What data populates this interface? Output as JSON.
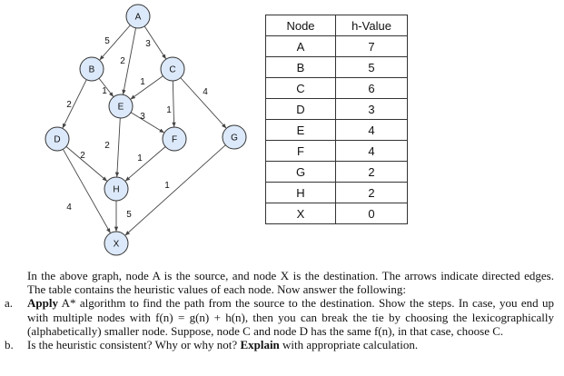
{
  "graph": {
    "nodes": [
      "A",
      "B",
      "C",
      "D",
      "E",
      "F",
      "G",
      "H",
      "X"
    ],
    "edges": [
      {
        "from": "A",
        "to": "B",
        "weight": "5"
      },
      {
        "from": "A",
        "to": "C",
        "weight": "3"
      },
      {
        "from": "A",
        "to": "E",
        "weight": "2"
      },
      {
        "from": "B",
        "to": "D",
        "weight": "2"
      },
      {
        "from": "B",
        "to": "E",
        "weight": "1"
      },
      {
        "from": "C",
        "to": "E",
        "weight": "1"
      },
      {
        "from": "C",
        "to": "F",
        "weight": "1"
      },
      {
        "from": "C",
        "to": "G",
        "weight": "4"
      },
      {
        "from": "E",
        "to": "F",
        "weight": "3"
      },
      {
        "from": "E",
        "to": "H",
        "weight": "2"
      },
      {
        "from": "D",
        "to": "H",
        "weight": "2"
      },
      {
        "from": "D",
        "to": "X",
        "weight": "4"
      },
      {
        "from": "F",
        "to": "H",
        "weight": "1"
      },
      {
        "from": "G",
        "to": "X",
        "weight": "1"
      },
      {
        "from": "H",
        "to": "X",
        "weight": "5"
      }
    ]
  },
  "table": {
    "headers": [
      "Node",
      "h-Value"
    ],
    "rows": [
      [
        "A",
        "7"
      ],
      [
        "B",
        "5"
      ],
      [
        "C",
        "6"
      ],
      [
        "D",
        "3"
      ],
      [
        "E",
        "4"
      ],
      [
        "F",
        "4"
      ],
      [
        "G",
        "2"
      ],
      [
        "H",
        "2"
      ],
      [
        "X",
        "0"
      ]
    ]
  },
  "question": {
    "intro": "In the above graph, node A is the source, and node X is the destination. The arrows indicate directed edges. The table contains the heuristic values of each node. Now answer the following:",
    "items": [
      {
        "marker": "a.",
        "bold": "Apply",
        "text": " A* algorithm to find the path from the source to the destination. Show the steps. In case, you end up with multiple nodes with f(n) = g(n) + h(n), then you can break the tie by choosing the lexicographically (alphabetically) smaller node. Suppose, node C and node D has the same f(n), in that case, choose C."
      },
      {
        "marker": "b.",
        "pre": "Is the heuristic consistent? Why or why not? ",
        "bold": "Explain",
        "text": " with appropriate calculation."
      }
    ]
  }
}
